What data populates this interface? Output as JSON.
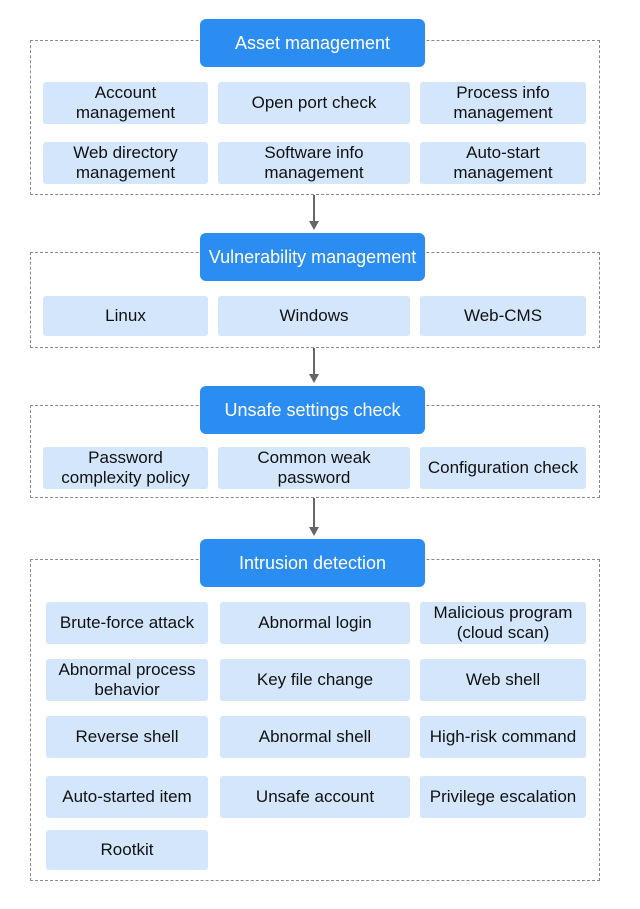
{
  "sections": [
    {
      "header": "Asset management",
      "items": [
        "Account management",
        "Open port check",
        "Process info management",
        "Web directory management",
        "Software info management",
        "Auto-start management"
      ]
    },
    {
      "header": "Vulnerability management",
      "items": [
        "Linux",
        "Windows",
        "Web-CMS"
      ]
    },
    {
      "header": "Unsafe settings check",
      "items": [
        "Password complexity policy",
        "Common weak password",
        "Configuration check"
      ]
    },
    {
      "header": "Intrusion detection",
      "items": [
        "Brute-force attack",
        "Abnormal login",
        "Malicious program (cloud scan)",
        "Abnormal process behavior",
        "Key file change",
        "Web shell",
        "Reverse shell",
        "Abnormal shell",
        "High-risk command",
        "Auto-started item",
        "Unsafe account",
        "Privilege escalation",
        "Rootkit"
      ]
    }
  ],
  "colors": {
    "header": "#2b8cf2",
    "item": "#d3e6fb",
    "border": "#8a8a8a",
    "arrow": "#666666"
  }
}
